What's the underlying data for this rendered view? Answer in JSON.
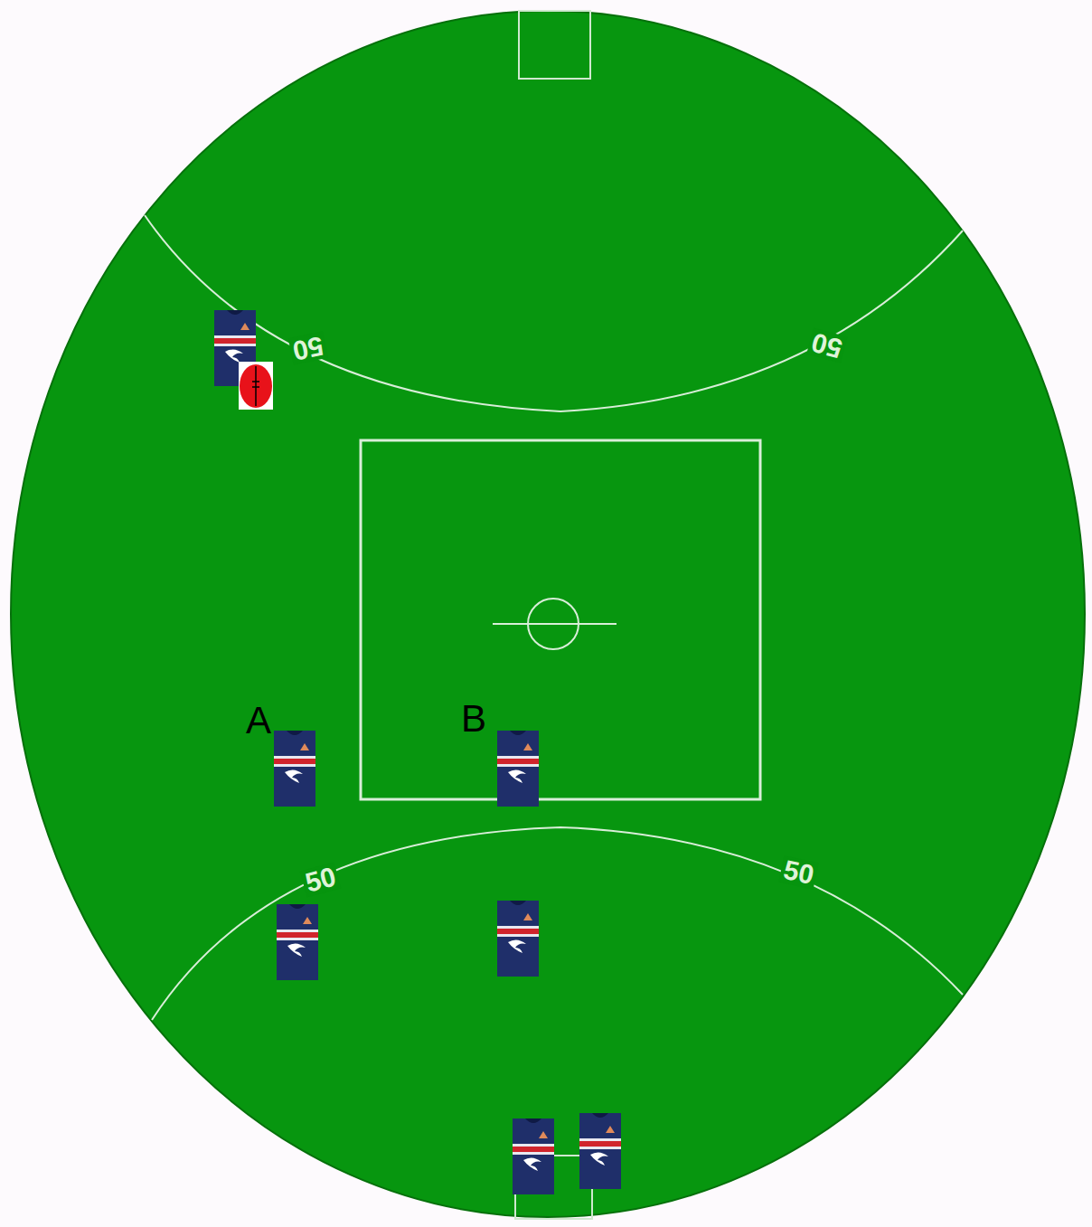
{
  "diagram": {
    "labels": [
      "50",
      "50",
      "50",
      "50",
      "A",
      "B"
    ]
  }
}
